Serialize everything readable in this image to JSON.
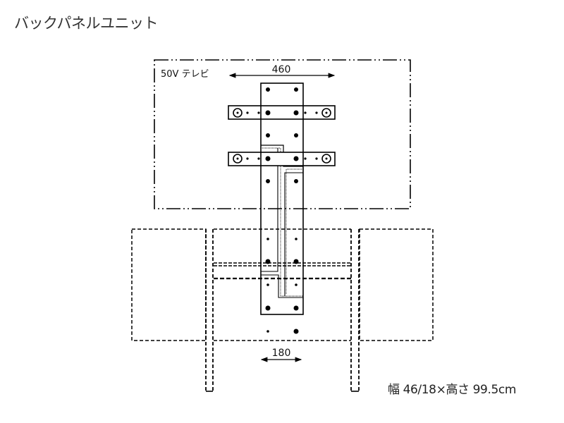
{
  "title": "バックパネルユニット",
  "diagram": {
    "tv_label": "50V テレビ",
    "tv_width_dim": "460",
    "base_width_dim": "180",
    "line_color": "#000000",
    "components": [
      "tv-outline-dashdot",
      "back-panel",
      "upper-mount-bracket",
      "lower-mount-bracket",
      "cable-cover-left",
      "cable-cover-right",
      "side-panel-left-dashed",
      "side-panel-right-dashed",
      "base-frame-dashed",
      "legs-dashed"
    ]
  },
  "spec": "幅 46/18×高さ 99.5cm"
}
